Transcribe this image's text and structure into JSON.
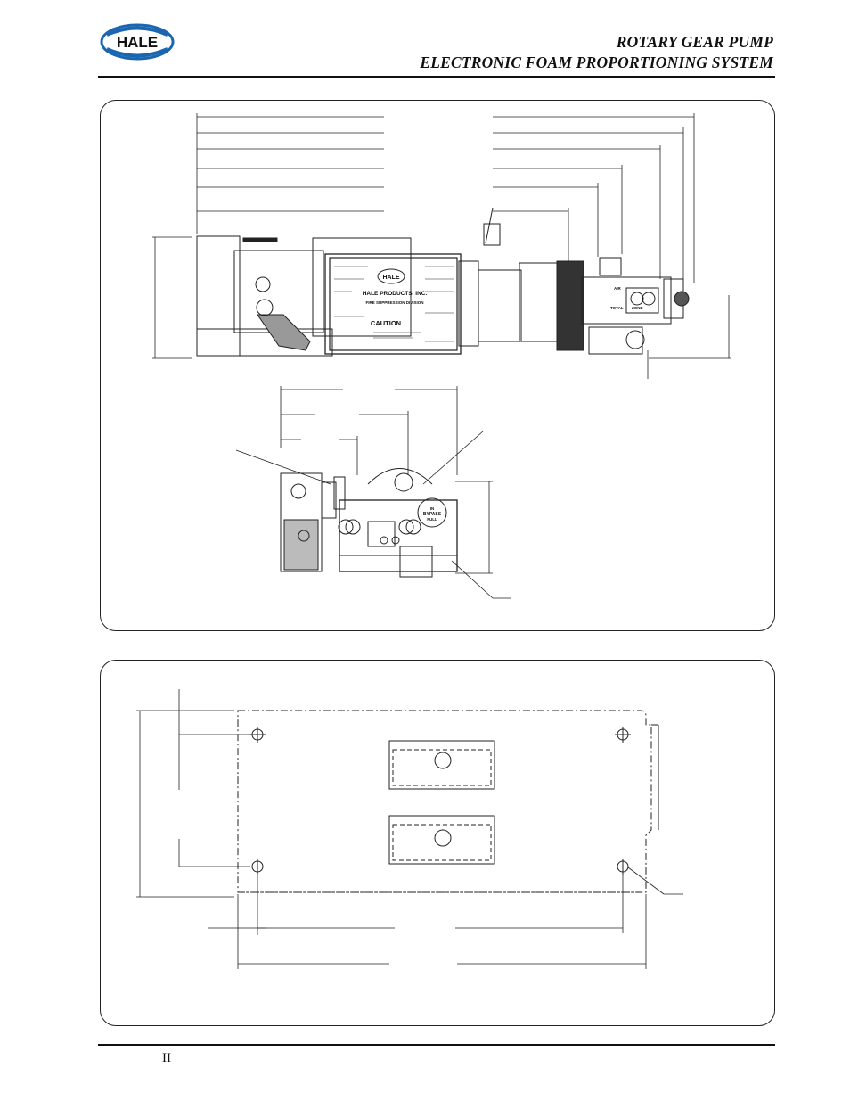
{
  "header": {
    "logo_text": "HALE",
    "title_line1": "ROTARY GEAR PUMP",
    "title_line2": "ELECTRONIC FOAM PROPORTIONING SYSTEM"
  },
  "figure_side": {
    "housing_label": {
      "brand": "HALE",
      "company": "HALE PRODUCTS, INC.",
      "division": "FIRE SUPPRESSION DIVISION",
      "caution": "CAUTION"
    },
    "valve_labels": {
      "left": "TOTAL",
      "right": "ZONE",
      "top": "AIR"
    }
  },
  "figure_end": {
    "bypass_label": {
      "line1": "IN",
      "line2": "BYPASS",
      "line3": "FULL"
    }
  },
  "footer": {
    "page_number": "II"
  }
}
